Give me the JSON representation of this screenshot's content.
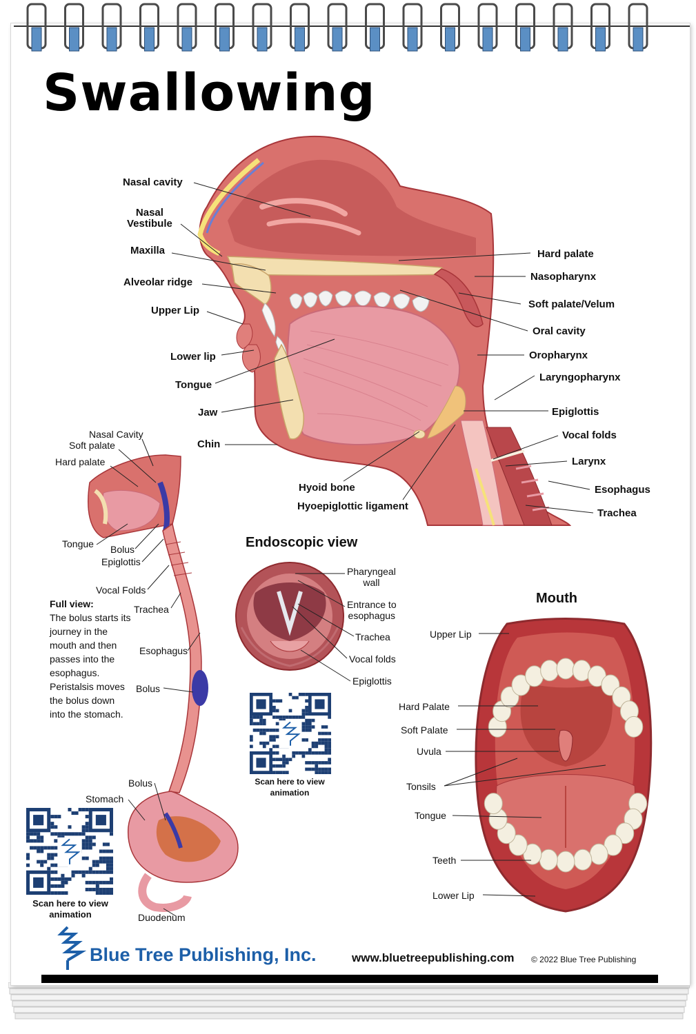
{
  "title": "Swallowing",
  "main_diagram": {
    "labels_left": [
      "Nasal cavity",
      "Nasal\nVestibule",
      "Maxilla",
      "Alveolar ridge",
      "Upper Lip",
      "Lower lip",
      "Tongue",
      "Jaw",
      "Chin"
    ],
    "labels_right": [
      "Hard palate",
      "Nasopharynx",
      "Soft palate/Velum",
      "Oral cavity",
      "Oropharynx",
      "Laryngopharynx",
      "Epiglottis",
      "Vocal folds",
      "Larynx",
      "Esophagus",
      "Trachea"
    ],
    "labels_bottom": [
      "Hyoid bone",
      "Hyoepiglottic ligament"
    ]
  },
  "full_view": {
    "labels": [
      "Nasal Cavity",
      "Soft palate",
      "Hard palate",
      "Tongue",
      "Bolus",
      "Epiglottis",
      "Vocal Folds",
      "Trachea",
      "Esophagus",
      "Bolus",
      "Bolus",
      "Stomach",
      "Duodenum"
    ],
    "note_heading": "Full view:",
    "note_text": "The bolus starts its journey in the mouth and then passes into the esophagus. Peristalsis moves the bolus down into the stomach."
  },
  "endoscopic": {
    "title": "Endoscopic view",
    "labels": [
      "Pharyngeal\nwall",
      "Entrance to\nesophagus",
      "Trachea",
      "Vocal folds",
      "Epiglottis"
    ]
  },
  "mouth": {
    "title": "Mouth",
    "labels": [
      "Upper Lip",
      "Hard Palate",
      "Soft Palate",
      "Uvula",
      "Tonsils",
      "Tongue",
      "Teeth",
      "Lower Lip"
    ]
  },
  "qr_captions": [
    "Scan here to view\nanimation",
    "Scan here to view\nanimation"
  ],
  "footer": {
    "brand": "Blue Tree Publishing, Inc.",
    "url": "www.bluetreepublishing.com",
    "copyright": "© 2022 Blue Tree Publishing"
  },
  "colors": {
    "tissue": "#d9716d",
    "tissue_dark": "#a8363a",
    "tongue": "#e89aa3",
    "bone": "#f3dfb0",
    "brand_blue": "#1d5fa8",
    "bolus_blue": "#3b3aa6"
  }
}
